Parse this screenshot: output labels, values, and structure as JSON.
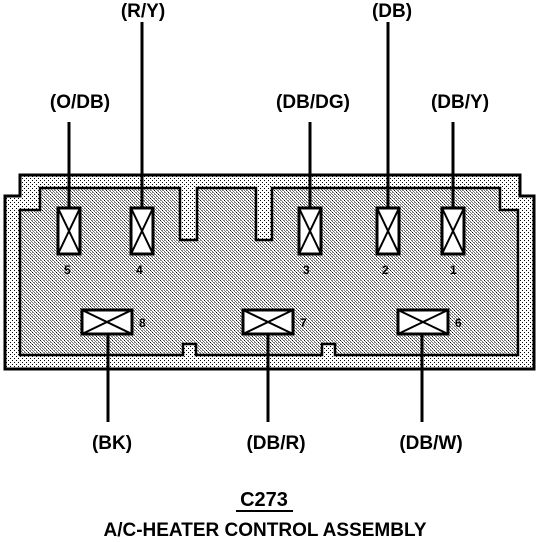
{
  "connector_id": "C273",
  "component_name": "A/C-HEATER CONTROL ASSEMBLY",
  "pins": [
    {
      "number": "5",
      "wire": "(O/DB)"
    },
    {
      "number": "4",
      "wire": "(R/Y)"
    },
    {
      "number": "3",
      "wire": "(DB/DG)"
    },
    {
      "number": "2",
      "wire": "(DB)"
    },
    {
      "number": "1",
      "wire": "(DB/Y)"
    },
    {
      "number": "8",
      "wire": "(BK)"
    },
    {
      "number": "7",
      "wire": "(DB/R)"
    },
    {
      "number": "6",
      "wire": "(DB/W)"
    }
  ]
}
